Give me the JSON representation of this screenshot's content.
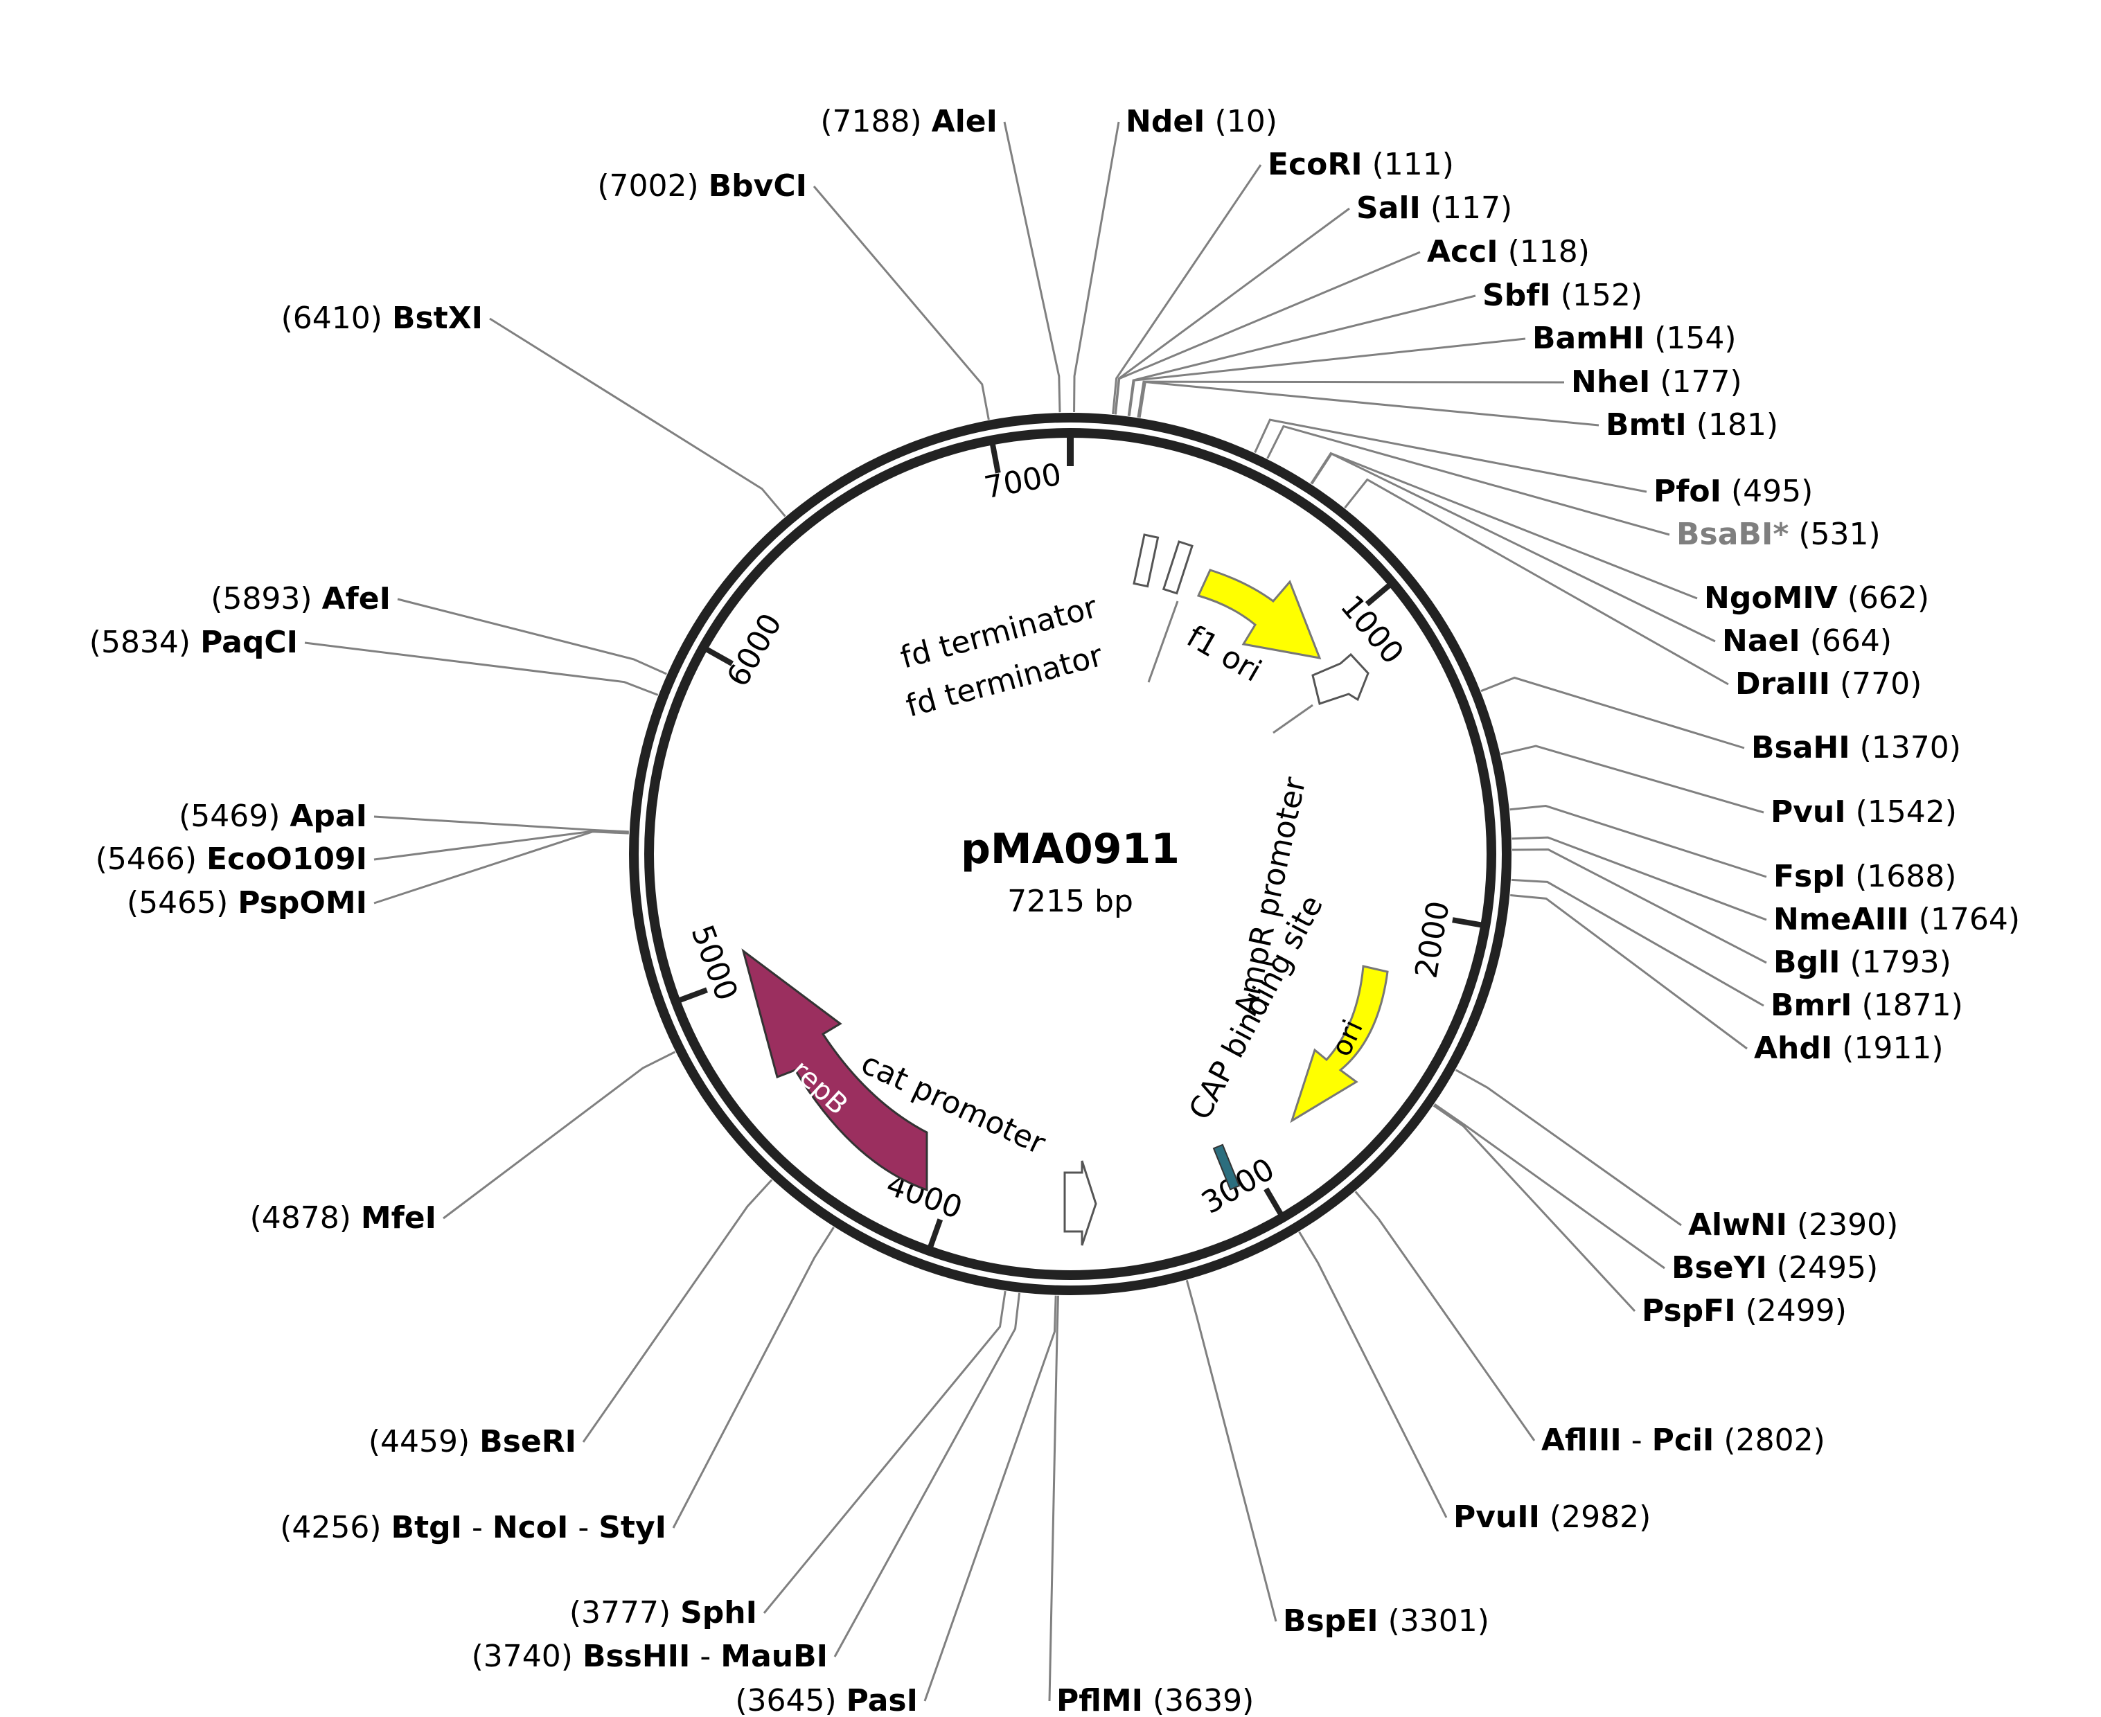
{
  "plasmid": {
    "name": "pMA0911",
    "length_label": "7215 bp",
    "length_bp": 7215
  },
  "colors": {
    "backbone": "#222222",
    "leader_line": "#808080",
    "f1_ori": "#ffff00",
    "ori": "#ffff00",
    "repB": "#9b2f5f",
    "cap_site": "#2c6e7e",
    "promoter_outline": "#555555"
  },
  "ticks": [
    {
      "bp": 1000,
      "label": "1000"
    },
    {
      "bp": 2000,
      "label": "2000"
    },
    {
      "bp": 3000,
      "label": "3000"
    },
    {
      "bp": 4000,
      "label": "4000"
    },
    {
      "bp": 5000,
      "label": "5000"
    },
    {
      "bp": 6000,
      "label": "6000"
    },
    {
      "bp": 7000,
      "label": "7000"
    }
  ],
  "features": [
    {
      "name": "fd terminator",
      "kind": "terminator",
      "icon": "terminator-box-icon"
    },
    {
      "name": "fd terminator",
      "kind": "terminator",
      "icon": "terminator-box-icon"
    },
    {
      "name": "f1 ori",
      "kind": "origin",
      "icon": "arrow-icon"
    },
    {
      "name": "AmpR promoter",
      "kind": "promoter",
      "icon": "arrow-icon"
    },
    {
      "name": "CAP binding site",
      "kind": "protein-bind",
      "icon": "bar-icon"
    },
    {
      "name": "ori",
      "kind": "origin",
      "icon": "arrow-icon"
    },
    {
      "name": "cat promoter",
      "kind": "promoter",
      "icon": "arrow-icon"
    },
    {
      "name": "repB",
      "kind": "cds",
      "icon": "arrow-icon"
    }
  ],
  "sites": [
    {
      "names": [
        "NdeI"
      ],
      "pos": "(10)",
      "bp": 10
    },
    {
      "names": [
        "EcoRI"
      ],
      "pos": "(111)",
      "bp": 111
    },
    {
      "names": [
        "SalI"
      ],
      "pos": "(117)",
      "bp": 117
    },
    {
      "names": [
        "AccI"
      ],
      "pos": "(118)",
      "bp": 118
    },
    {
      "names": [
        "SbfI"
      ],
      "pos": "(152)",
      "bp": 152
    },
    {
      "names": [
        "BamHI"
      ],
      "pos": "(154)",
      "bp": 154
    },
    {
      "names": [
        "NheI"
      ],
      "pos": "(177)",
      "bp": 177
    },
    {
      "names": [
        "BmtI"
      ],
      "pos": "(181)",
      "bp": 181
    },
    {
      "names": [
        "PfoI"
      ],
      "pos": "(495)",
      "bp": 495
    },
    {
      "names": [
        "BsaBI*"
      ],
      "pos": "(531)",
      "bp": 531,
      "grey": true
    },
    {
      "names": [
        "NgoMIV"
      ],
      "pos": "(662)",
      "bp": 662
    },
    {
      "names": [
        "NaeI"
      ],
      "pos": "(664)",
      "bp": 664
    },
    {
      "names": [
        "DraIII"
      ],
      "pos": "(770)",
      "bp": 770
    },
    {
      "names": [
        "BsaHI"
      ],
      "pos": "(1370)",
      "bp": 1370
    },
    {
      "names": [
        "PvuI"
      ],
      "pos": "(1542)",
      "bp": 1542
    },
    {
      "names": [
        "FspI"
      ],
      "pos": "(1688)",
      "bp": 1688
    },
    {
      "names": [
        "NmeAIII"
      ],
      "pos": "(1764)",
      "bp": 1764
    },
    {
      "names": [
        "BglI"
      ],
      "pos": "(1793)",
      "bp": 1793
    },
    {
      "names": [
        "BmrI"
      ],
      "pos": "(1871)",
      "bp": 1871
    },
    {
      "names": [
        "AhdI"
      ],
      "pos": "(1911)",
      "bp": 1911
    },
    {
      "names": [
        "AlwNI"
      ],
      "pos": "(2390)",
      "bp": 2390
    },
    {
      "names": [
        "BseYI"
      ],
      "pos": "(2495)",
      "bp": 2495
    },
    {
      "names": [
        "PspFI"
      ],
      "pos": "(2499)",
      "bp": 2499
    },
    {
      "names": [
        "AflIII",
        "PciI"
      ],
      "pos": "(2802)",
      "bp": 2802
    },
    {
      "names": [
        "PvuII"
      ],
      "pos": "(2982)",
      "bp": 2982
    },
    {
      "names": [
        "BspEI"
      ],
      "pos": "(3301)",
      "bp": 3301
    },
    {
      "names": [
        "PflMI"
      ],
      "pos": "(3639)",
      "bp": 3639
    },
    {
      "names": [
        "PasI"
      ],
      "pos": "(3645)",
      "bp": 3645
    },
    {
      "names": [
        "BssHII",
        "MauBI"
      ],
      "pos": "(3740)",
      "bp": 3740
    },
    {
      "names": [
        "SphI"
      ],
      "pos": "(3777)",
      "bp": 3777
    },
    {
      "names": [
        "BtgI",
        "NcoI",
        "StyI"
      ],
      "pos": "(4256)",
      "bp": 4256
    },
    {
      "names": [
        "BseRI"
      ],
      "pos": "(4459)",
      "bp": 4459
    },
    {
      "names": [
        "MfeI"
      ],
      "pos": "(4878)",
      "bp": 4878
    },
    {
      "names": [
        "PspOMI"
      ],
      "pos": "(5465)",
      "bp": 5465
    },
    {
      "names": [
        "EcoO109I"
      ],
      "pos": "(5466)",
      "bp": 5466
    },
    {
      "names": [
        "ApaI"
      ],
      "pos": "(5469)",
      "bp": 5469
    },
    {
      "names": [
        "PaqCI"
      ],
      "pos": "(5834)",
      "bp": 5834
    },
    {
      "names": [
        "AfeI"
      ],
      "pos": "(5893)",
      "bp": 5893
    },
    {
      "names": [
        "BstXI"
      ],
      "pos": "(6410)",
      "bp": 6410
    },
    {
      "names": [
        "BbvCI"
      ],
      "pos": "(7002)",
      "bp": 7002
    },
    {
      "names": [
        "AleI"
      ],
      "pos": "(7188)",
      "bp": 7188
    }
  ]
}
